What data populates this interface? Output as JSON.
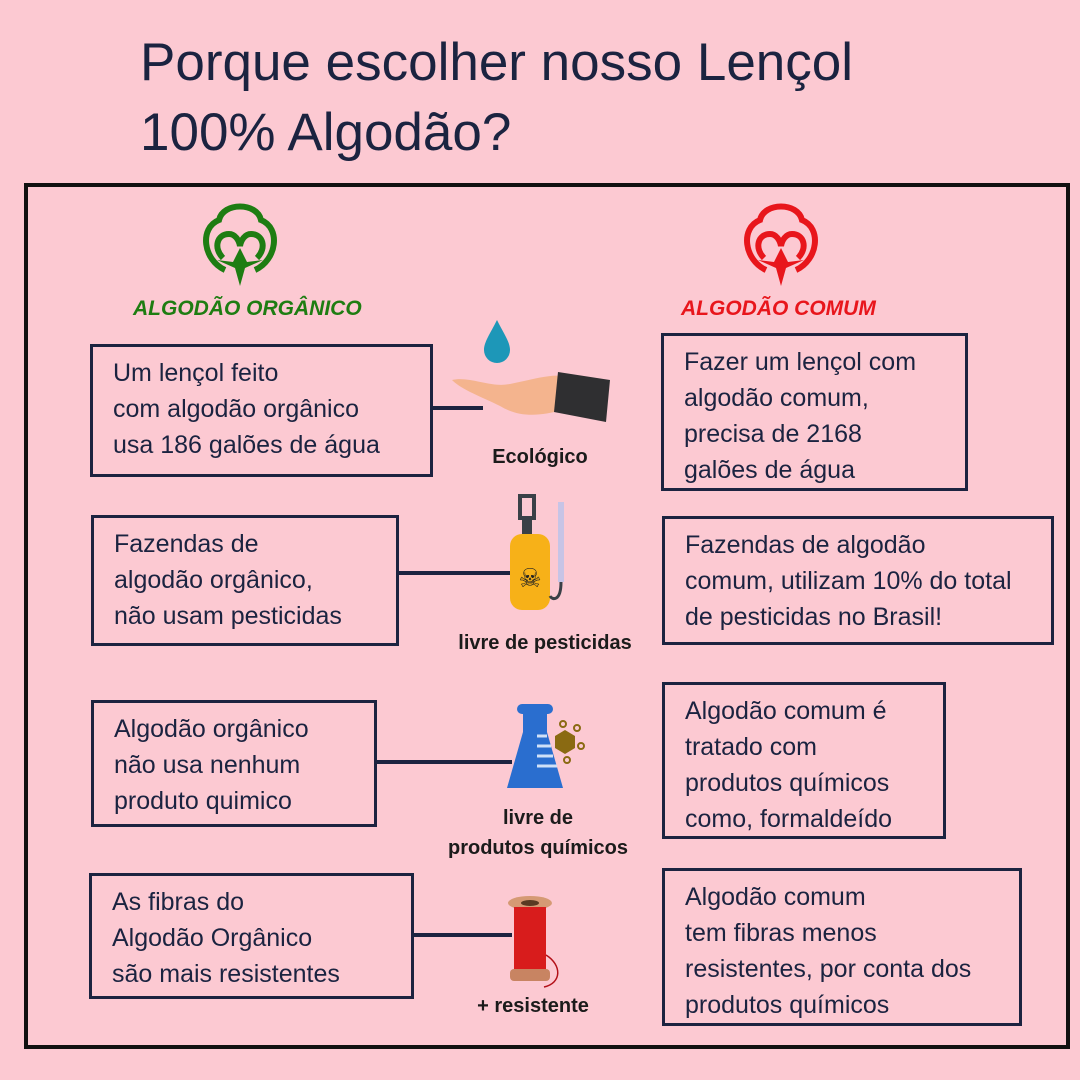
{
  "title": {
    "line1": "Porque escolher nosso Lençol",
    "line2": "100% Algodão?"
  },
  "columns": {
    "organic": {
      "label": "ALGODÃO ORGÂNICO",
      "color": "#1e7d12",
      "icon": "cotton-flower-icon"
    },
    "common": {
      "label": "ALGODÃO COMUM",
      "color": "#e8161c",
      "icon": "cotton-flower-icon"
    }
  },
  "rows": [
    {
      "organic": [
        "Um lençol feito",
        "com algodão orgânico",
        "usa 186 galões de água"
      ],
      "badge": [
        "Ecológico"
      ],
      "icon": "water-drop-hand-icon",
      "common": [
        "Fazer um lençol com",
        "algodão comum,",
        "precisa de 2168",
        "galões de água"
      ]
    },
    {
      "organic": [
        "Fazendas de",
        "algodão orgânico,",
        "não usam pesticidas"
      ],
      "badge": [
        "livre de pesticidas"
      ],
      "icon": "pesticide-sprayer-icon",
      "common": [
        "Fazendas de algodão",
        "comum, utilizam 10% do total",
        "de pesticidas no Brasil!"
      ]
    },
    {
      "organic": [
        "Algodão orgânico",
        "não usa nenhum",
        "produto quimico"
      ],
      "badge": [
        "livre de",
        "produtos químicos"
      ],
      "icon": "chemical-flask-icon",
      "common": [
        "Algodão comum é",
        "tratado com",
        "produtos químicos",
        "como, formaldeído"
      ]
    },
    {
      "organic": [
        "As fibras do",
        "Algodão Orgânico",
        "são mais resistentes"
      ],
      "badge": [
        "+ resistente"
      ],
      "icon": "thread-spool-icon",
      "common": [
        "Algodão comum",
        "tem fibras menos",
        "resistentes, por conta dos",
        "produtos químicos"
      ]
    }
  ]
}
